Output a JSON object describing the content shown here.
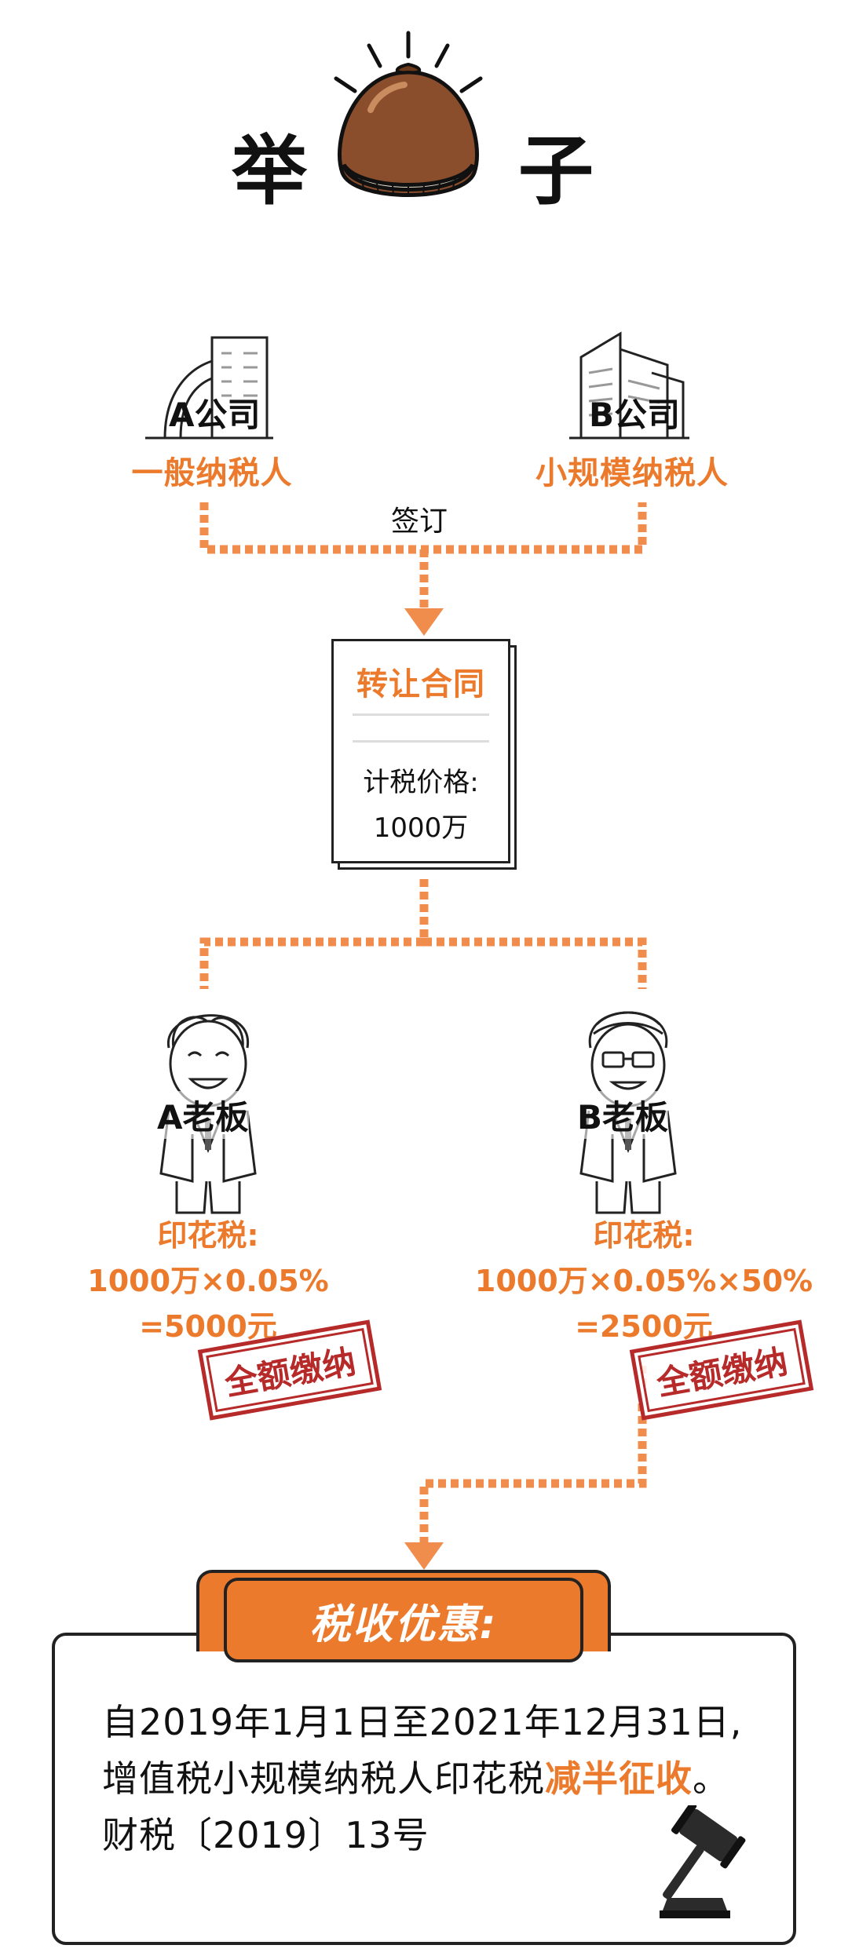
{
  "header": {
    "title_left": "举",
    "title_right": "子"
  },
  "companies": {
    "a": {
      "name": "A公司",
      "type": "一般纳税人"
    },
    "b": {
      "name": "B公司",
      "type": "小规模纳税人"
    }
  },
  "sign_label": "签订",
  "contract": {
    "title": "转让合同",
    "price_label": "计税价格:",
    "price_value": "1000万"
  },
  "bosses": {
    "a": {
      "name": "A老板",
      "tax_label": "印花税:",
      "formula": "1000万×0.05%",
      "result": "=5000元",
      "stamp": "全额缴纳"
    },
    "b": {
      "name": "B老板",
      "tax_label": "印花税:",
      "formula": "1000万×0.05%×50%",
      "result": "=2500元",
      "stamp": "全额缴纳"
    }
  },
  "policy": {
    "tab_title": "税收优惠:",
    "line1": "自2019年1月1日至2021年12月31日,",
    "line2_prefix": "增值税小规模纳税人印花税",
    "line2_highlight": "减半征收",
    "line2_suffix": "。",
    "line3": "财税〔2019〕13号"
  },
  "colors": {
    "accent": "#ec7a2c",
    "stamp": "#b72a2a",
    "dotted_line": "#f08c4c"
  },
  "icons": [
    "chestnut-icon",
    "office-building-icon",
    "arrow-down-icon",
    "contract-document-icon",
    "boss-cartoon-icon",
    "gavel-icon"
  ]
}
